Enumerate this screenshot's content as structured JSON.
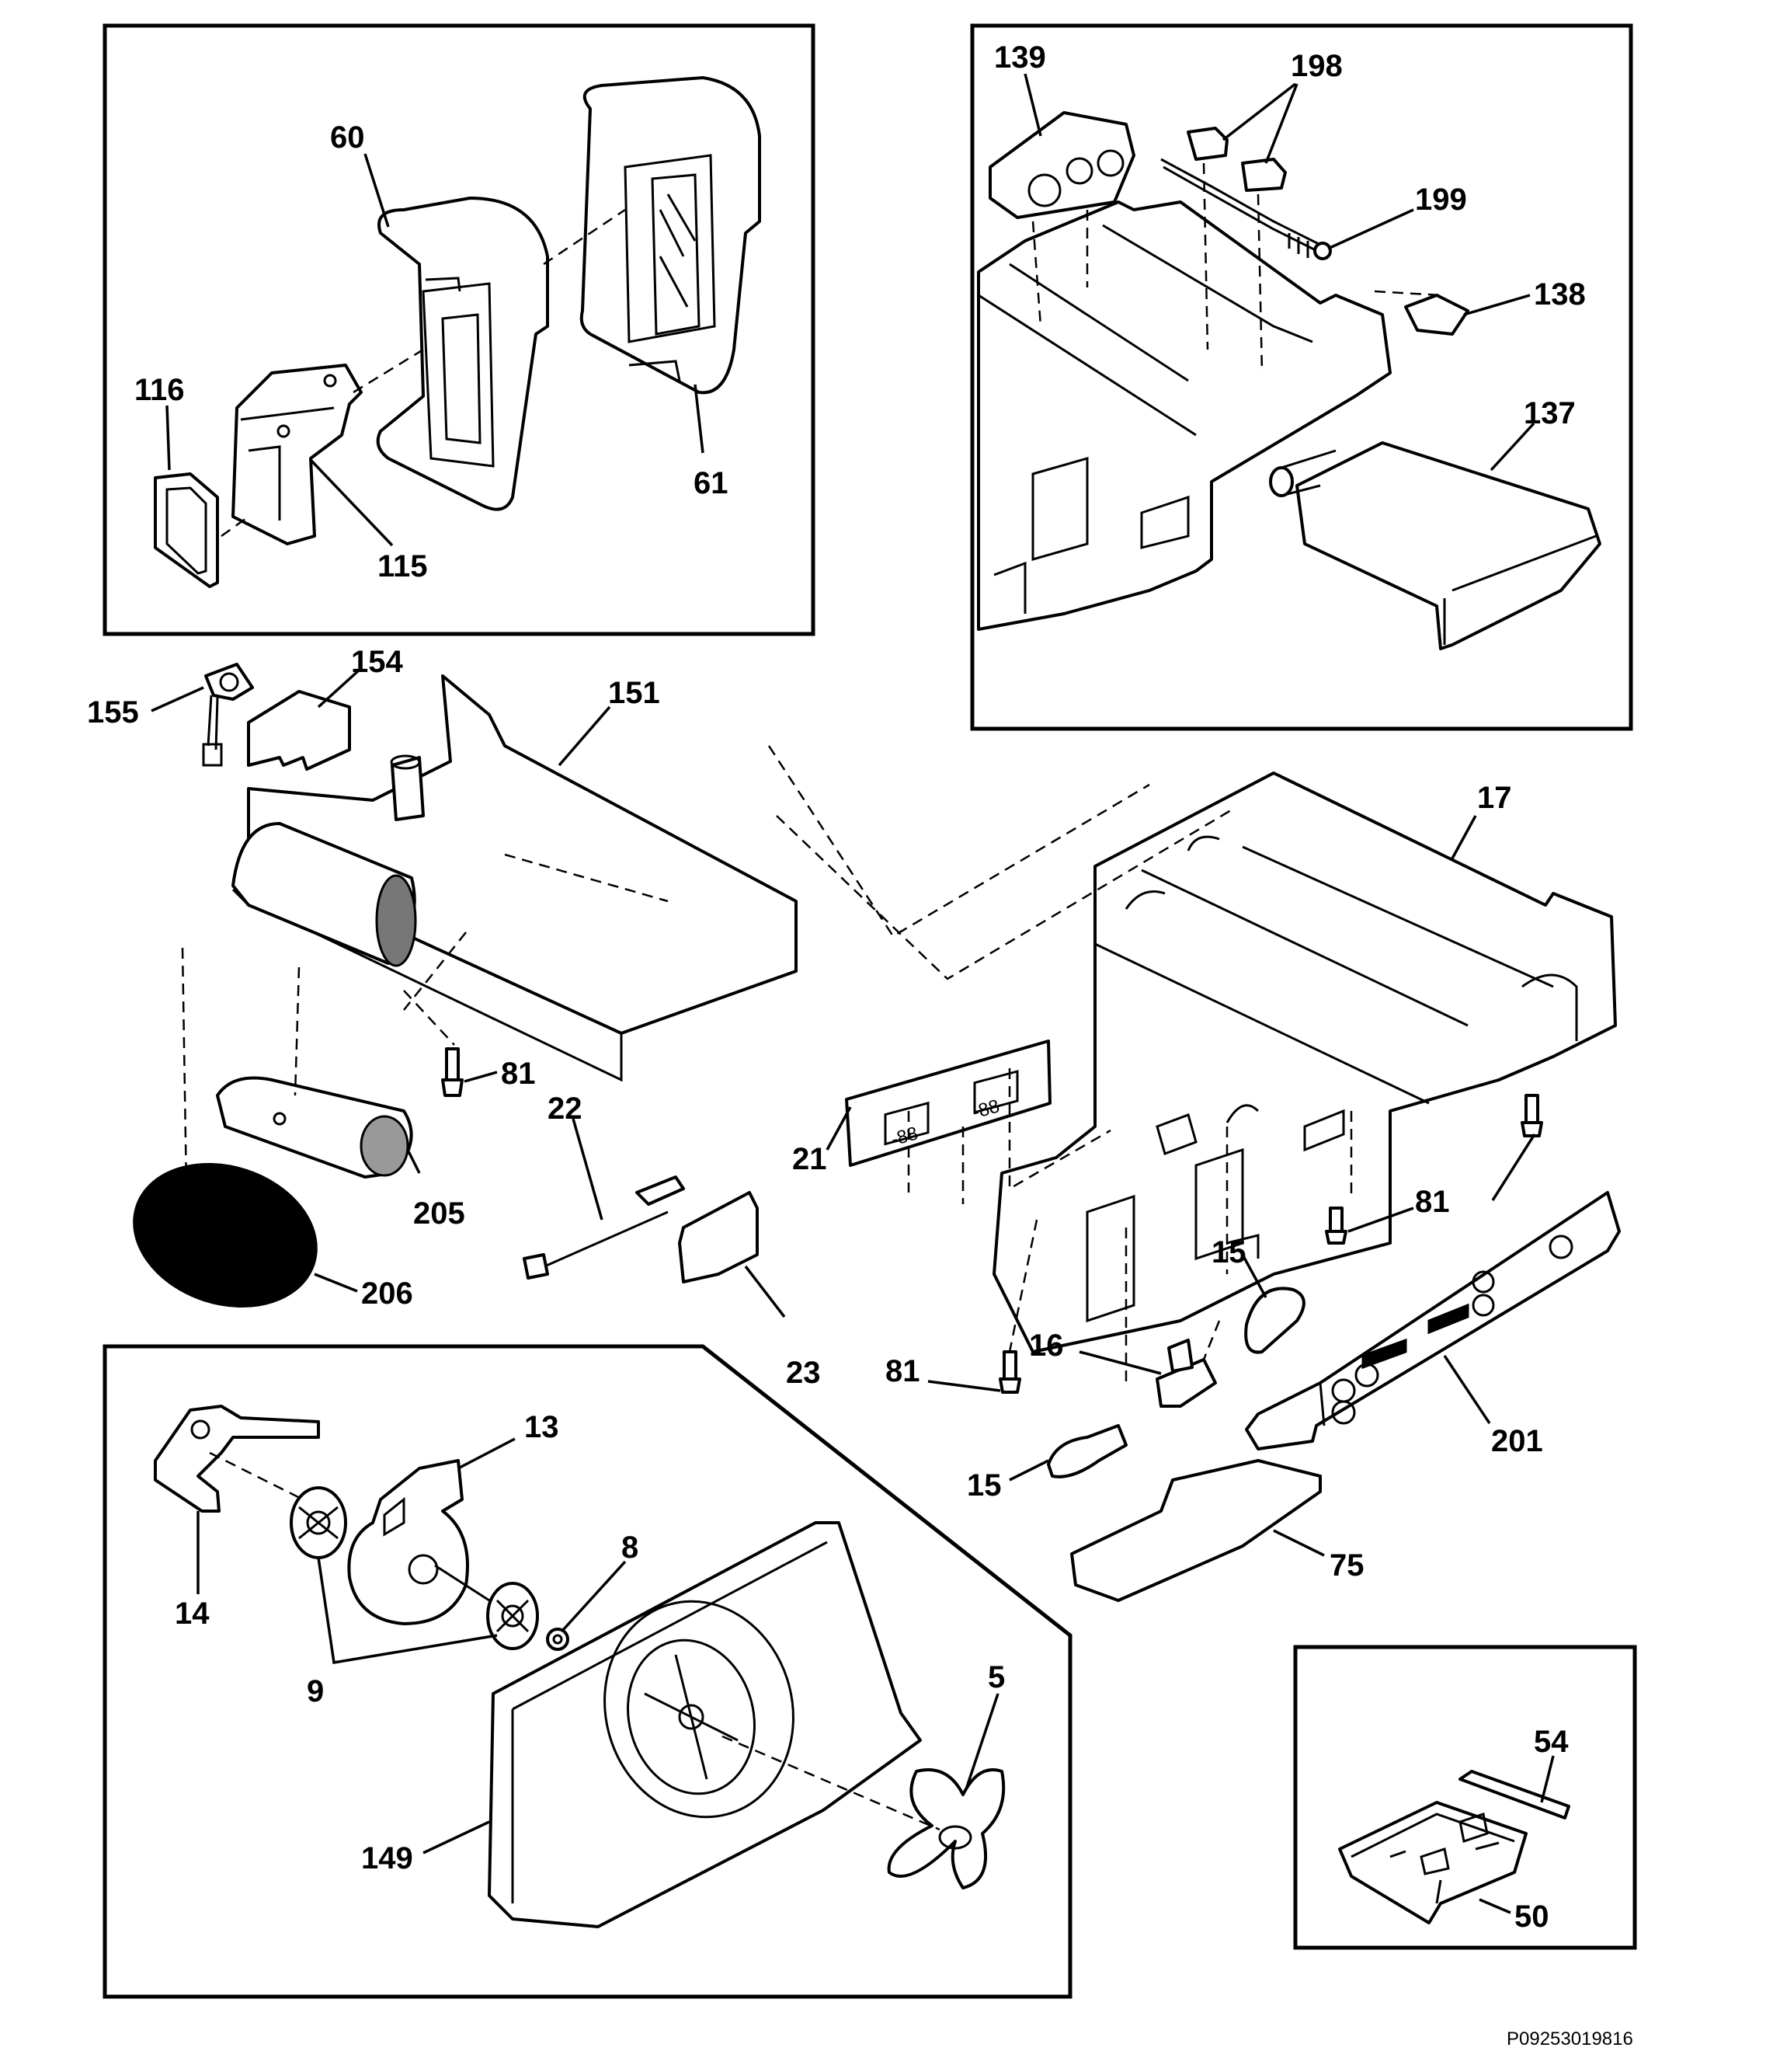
{
  "diagram": {
    "code": "P09253019816",
    "labels": {
      "l60": "60",
      "l61": "61",
      "l116": "116",
      "l115": "115",
      "l139": "139",
      "l198": "198",
      "l199": "199",
      "l138": "138",
      "l137": "137",
      "l155": "155",
      "l154": "154",
      "l151": "151",
      "l17": "17",
      "l81a": "81",
      "l81b": "81",
      "l81c": "81",
      "l22": "22",
      "l21": "21",
      "l205": "205",
      "l206": "206",
      "l23": "23",
      "l15a": "15",
      "l15b": "15",
      "l16": "16",
      "l201": "201",
      "l75": "75",
      "l13": "13",
      "l14": "14",
      "l8": "8",
      "l9": "9",
      "l5": "5",
      "l149": "149",
      "l54": "54",
      "l50": "50"
    }
  }
}
